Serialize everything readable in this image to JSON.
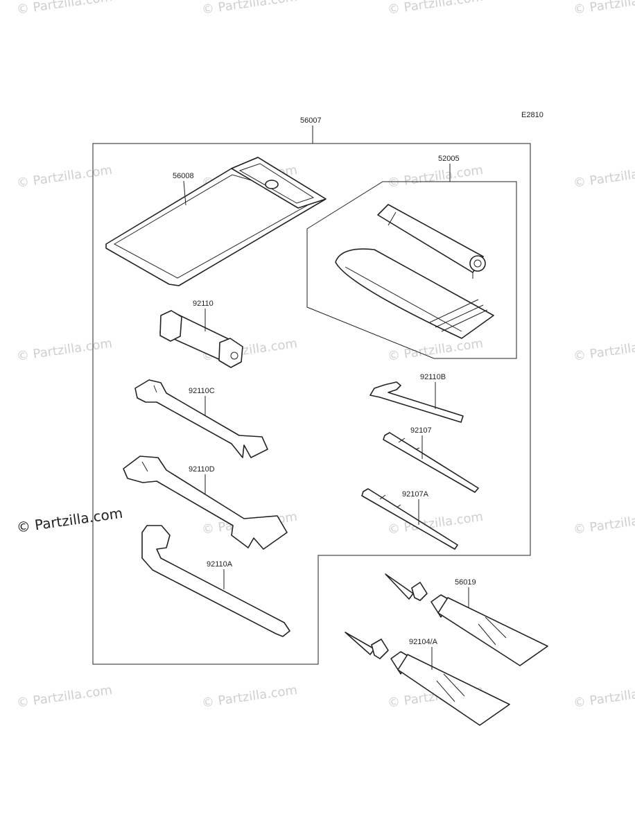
{
  "diagram": {
    "code": "E2810",
    "labels": {
      "kit": "56007",
      "pouch": "56008",
      "pump_kit": "52005",
      "plug_wrench": "92110",
      "wrench_c": "92110C",
      "wrench_d": "92110D",
      "wrench_a": "92110A",
      "hex_key": "92110B",
      "screwdriver": "92107",
      "screwdriver_a": "92107A",
      "grease_1": "56019",
      "grease_2": "92104/A"
    },
    "watermark": "© Partzilla.com",
    "watermark_small": "© Partzilla.com"
  }
}
